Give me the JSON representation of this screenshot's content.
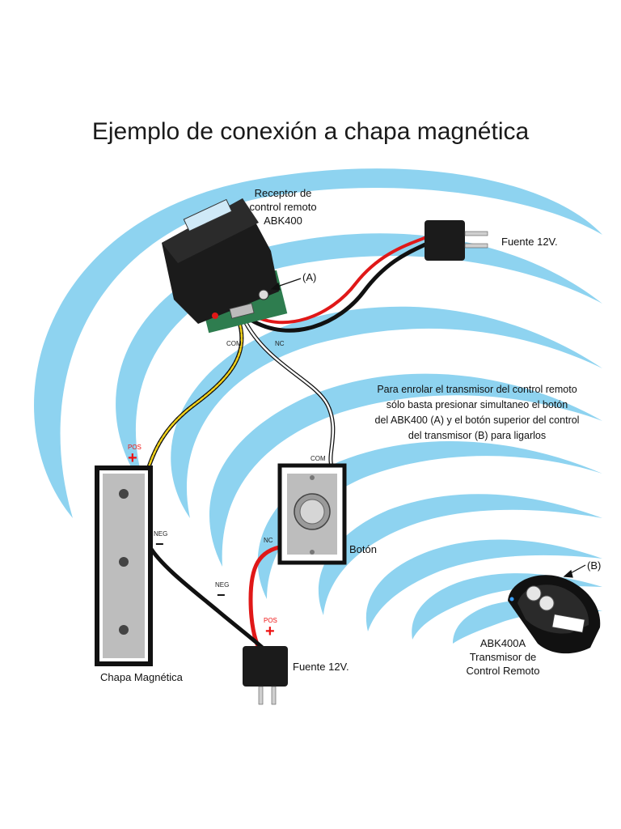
{
  "title": "Ejemplo de conexión a chapa magnética",
  "receiver": {
    "label_lines": [
      "Receptor de",
      "control remoto",
      "ABK400"
    ],
    "marker": "(A)"
  },
  "power_top": {
    "label": "Fuente 12V."
  },
  "power_bottom": {
    "label": "Fuente 12V."
  },
  "button": {
    "label": "Botón"
  },
  "maglock": {
    "label": "Chapa Magnética"
  },
  "transmitter": {
    "label_lines": [
      "ABK400A",
      "Transmisor de",
      "Control Remoto"
    ],
    "marker": "(B)"
  },
  "instructions": [
    "Para enrolar el transmisor del control remoto",
    "sólo basta presionar simultaneo el botón",
    "del ABK400 (A) y el botón superior del control",
    "del transmisor (B) para ligarlos"
  ],
  "wire_labels": {
    "receiver_com": "COM",
    "receiver_nc": "NC",
    "button_com": "COM",
    "button_nc": "NC",
    "lock_pos": "POS",
    "lock_neg": "NEG",
    "neg_wire": "NEG",
    "psu_pos": "POS",
    "plus_sign": "+",
    "minus_sign": "−"
  },
  "colors": {
    "waves": "#8ed3f0",
    "wire_red": "#e01818",
    "wire_yellow": "#f2d21a",
    "wire_black": "#111111",
    "device_black": "#1b1b1b",
    "pcb_green": "#2e7d4f"
  }
}
